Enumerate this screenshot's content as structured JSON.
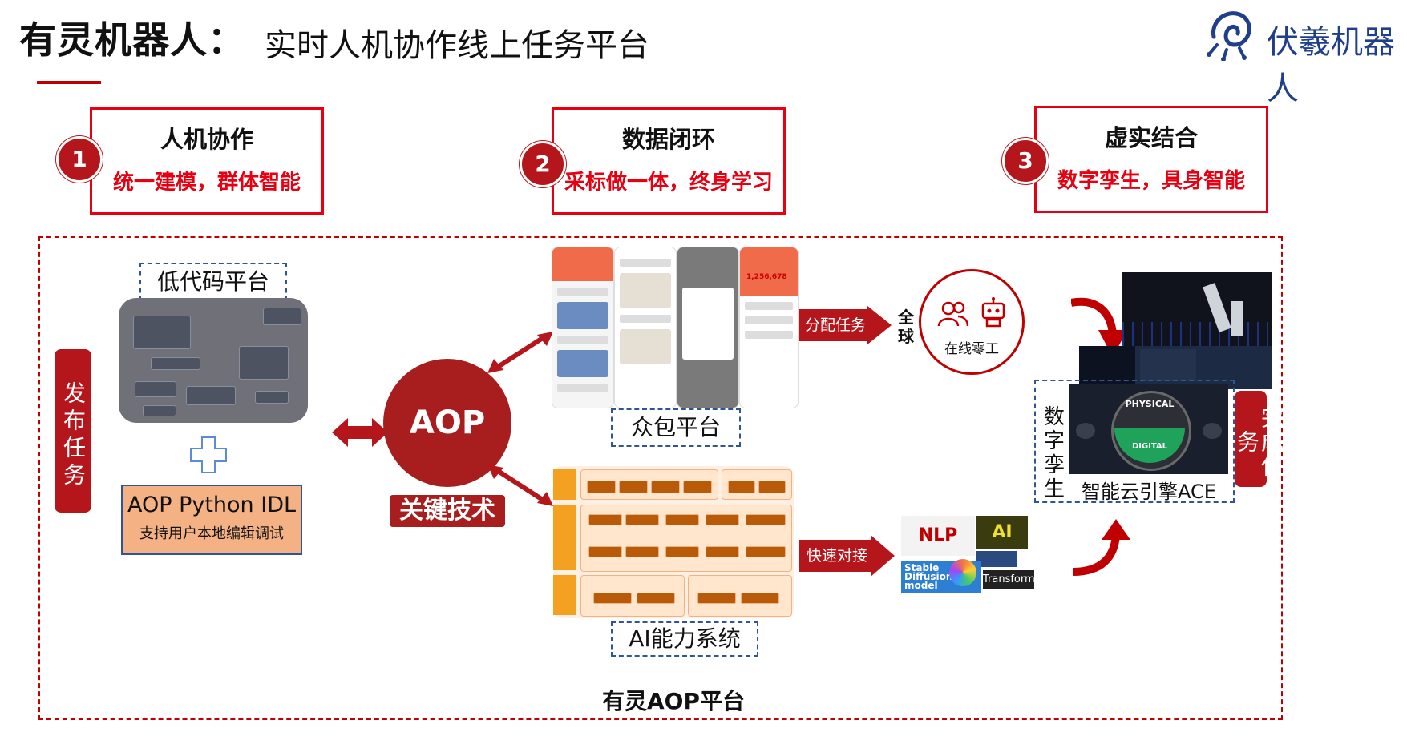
{
  "header": {
    "title_bold": "有灵机器人：",
    "title_light": "实时人机协作线上任务平台",
    "logo_text": "伏羲机器人"
  },
  "features": [
    {
      "num": "1",
      "heading": "人机协作",
      "sub": "统一建模，群体智能"
    },
    {
      "num": "2",
      "heading": "数据闭环",
      "sub": "采标做一体，终身学习"
    },
    {
      "num": "3",
      "heading": "虚实结合",
      "sub": "数字孪生，具身智能"
    }
  ],
  "left": {
    "publish_task": "发布任务",
    "lowcode_label": "低代码平台",
    "idl_title": "AOP Python IDL",
    "idl_sub": "支持用户本地编辑调试"
  },
  "center": {
    "aop": "AOP",
    "key_tech": "关键技术",
    "crowd_label": "众包平台",
    "ai_label": "AI能力系统",
    "phone_number": "1,256,678"
  },
  "flow": {
    "assign_task": "分配任务",
    "global": "全球",
    "online_worker": "在线零工",
    "quick_connect": "快速对接",
    "models": [
      "NLP",
      "Stable Diffusion model",
      "Transformer"
    ]
  },
  "right": {
    "digital_twin": "数字孪生",
    "ace_label": "智能云引擎ACE",
    "complete_task": "完成任务",
    "twin_center_top": "PHYSICAL",
    "twin_center_bottom": "DIGITAL"
  },
  "footer": {
    "platform_name": "有灵AOP平台"
  },
  "colors": {
    "accent": "#c00000",
    "dark_red": "#a81d1d",
    "blue": "#2f5597",
    "orange": "#f4b183"
  }
}
